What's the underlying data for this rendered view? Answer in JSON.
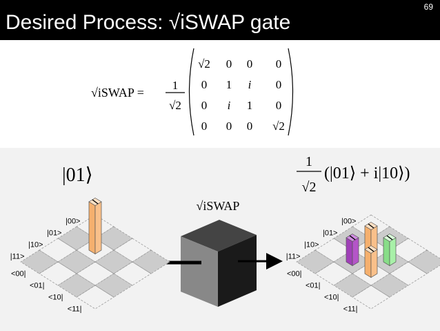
{
  "slide": {
    "title": "Desired Process: √iSWAP gate",
    "page_number": "69"
  },
  "equation": {
    "lhs": "√iSWAP =",
    "prefactor_numerator": "1",
    "prefactor_denominator": "√2",
    "matrix": [
      [
        "√2",
        "0",
        "0",
        "0"
      ],
      [
        "0",
        "1",
        "i",
        "0"
      ],
      [
        "0",
        "i",
        "1",
        "0"
      ],
      [
        "0",
        "0",
        "0",
        "√2"
      ]
    ]
  },
  "input_state": {
    "label": "|01⟩",
    "row_labels": [
      "|00>",
      "|01>",
      "|10>",
      "|11>"
    ],
    "col_labels": [
      "<00|",
      "<01|",
      "<10|",
      "<11|"
    ]
  },
  "gate": {
    "label": "√iSWAP"
  },
  "output_state": {
    "prefactor_numerator": "1",
    "prefactor_denominator": "√2",
    "ket": "(|01⟩ + i|10⟩)",
    "row_labels": [
      "|00>",
      "|01>",
      "|10>",
      "|11>"
    ],
    "col_labels": [
      "<00|",
      "<01|",
      "<10|",
      "<11|"
    ]
  },
  "colors": {
    "title_bar": "#000000",
    "title_text": "#ffffff",
    "lower_panel": "#f2f2f2",
    "bar_real": "#f9c08a",
    "bar_real_top": "#fde0c4",
    "bar_imag_purple": "#b455c8",
    "bar_imag_green": "#a8f0a8",
    "grid_shade": "#cccccc"
  }
}
